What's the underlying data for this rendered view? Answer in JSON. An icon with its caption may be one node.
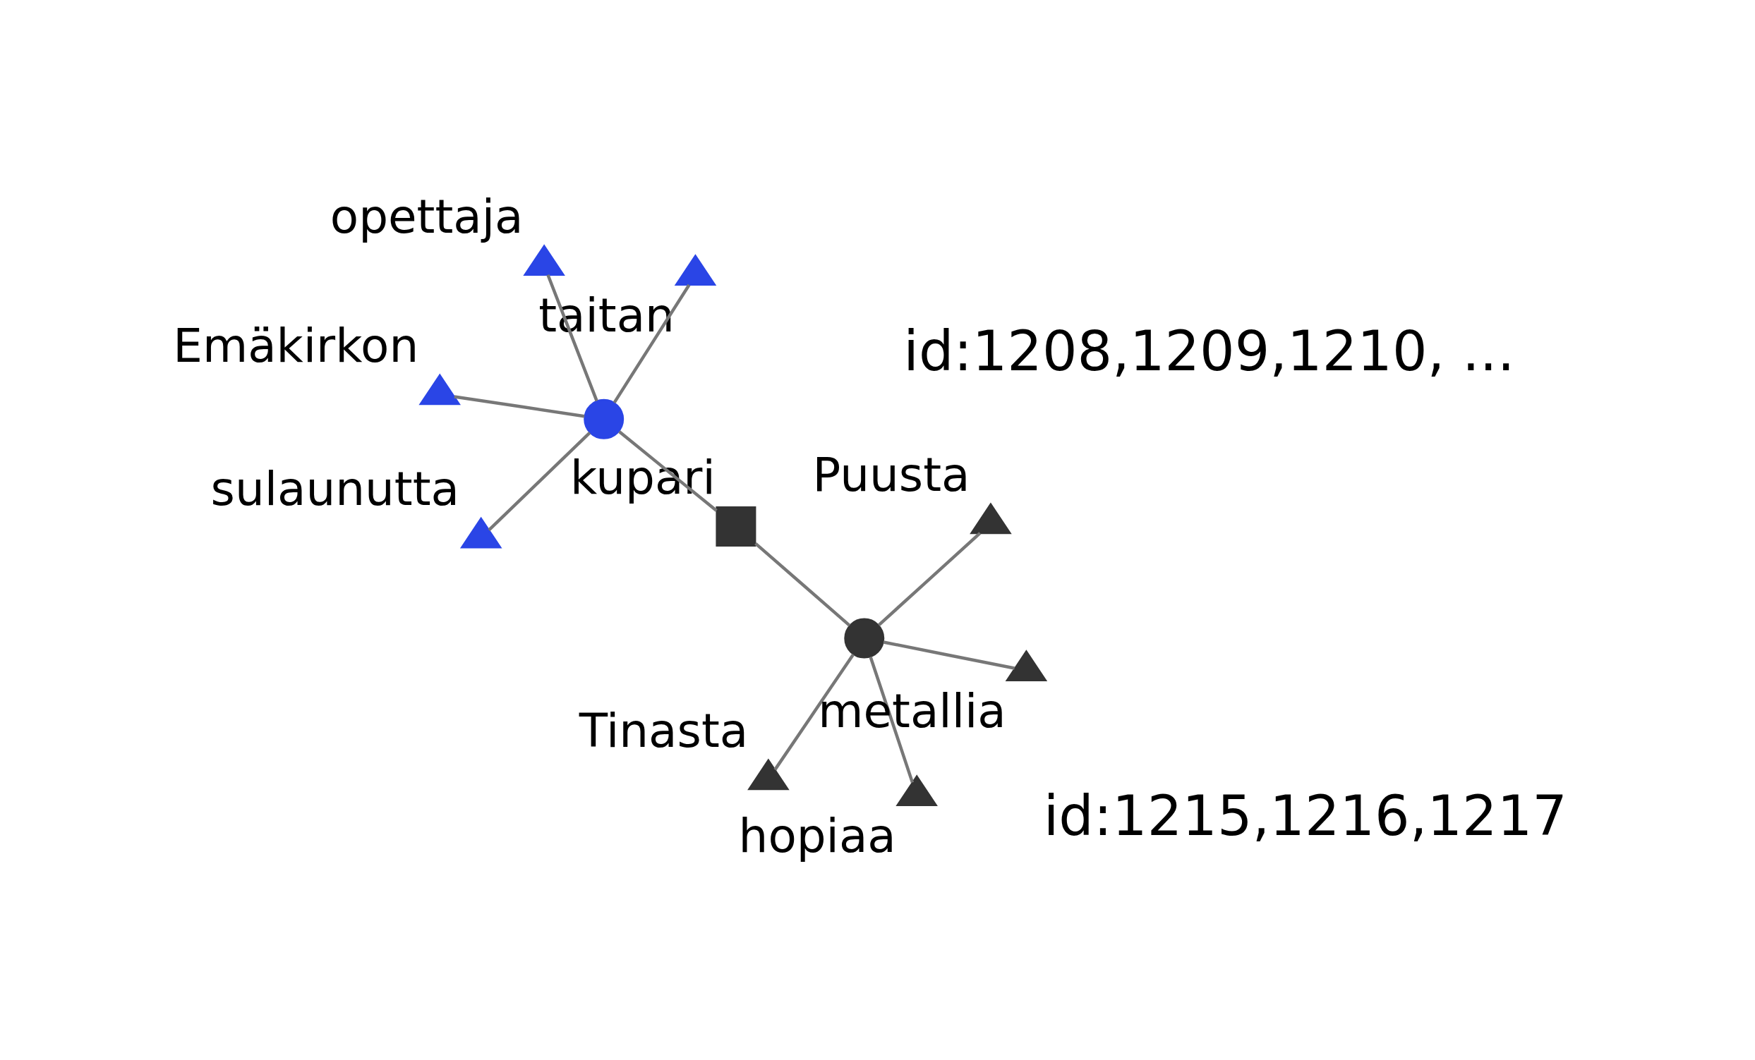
{
  "diagram": {
    "nodes": [
      {
        "text": [
          "opettaja"
        ]
      },
      {
        "text": [
          "taitan"
        ]
      },
      {
        "text": [
          "hopiaa"
        ]
      },
      {
        "text": [
          "kupari"
        ]
      },
      {
        "text": [
          "Puusta"
        ]
      },
      {
        "text": [],
        "shape": "circle"
      },
      {
        "text": [
          "Tinasta"
        ]
      },
      {
        "text": [],
        "shape": "circle"
      },
      {
        "text": [
          "Emäkirkon"
        ]
      },
      {
        "text": [
          "metallia"
        ]
      },
      {
        "text": [
          "sulaunutta"
        ]
      }
    ],
    "edges": [
      {
        "from": 7,
        "to": 2,
        "arrow": "none"
      },
      {
        "from": 7,
        "to": 4,
        "arrow": "none"
      },
      {
        "from": 7,
        "to": 6,
        "arrow": "none"
      },
      {
        "from": 7,
        "to": 9,
        "arrow": "none"
      },
      {
        "from": 7,
        "to": 3,
        "arrow": "none"
      },
      {
        "from": 3,
        "to": 5,
        "arrow": "none"
      },
      {
        "from": 5,
        "to": 0,
        "arrow": "none"
      },
      {
        "from": 5,
        "to": 1,
        "arrow": "none"
      },
      {
        "from": 5,
        "to": 8,
        "arrow": "none"
      },
      {
        "from": 5,
        "to": 10,
        "arrow": "none"
      }
    ],
    "labels": [
      "id:1215,1216,1217",
      "id:1208,1209,1210, ..."
    ]
  }
}
